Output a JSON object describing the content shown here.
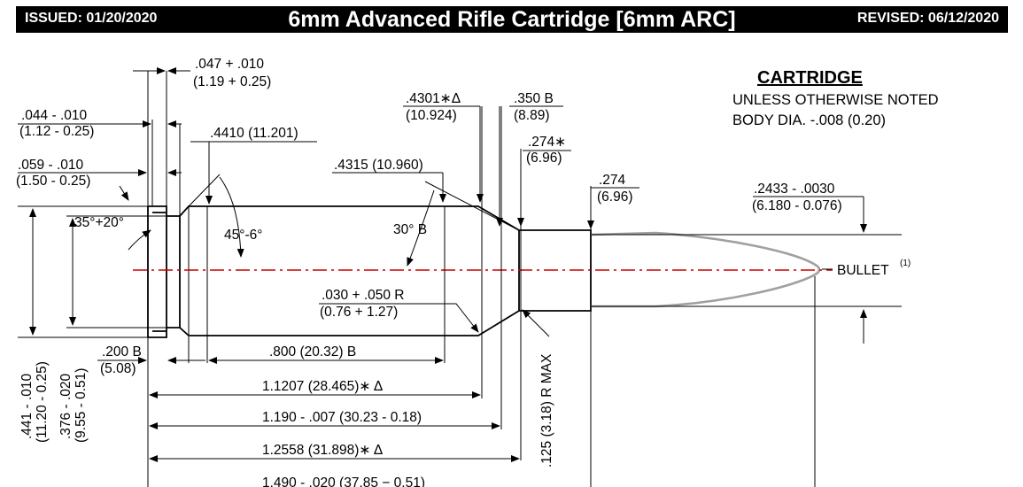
{
  "header": {
    "issued": "ISSUED: 01/20/2020",
    "title": "6mm Advanced Rifle Cartridge [6mm ARC]",
    "revised": "REVISED: 06/12/2020"
  },
  "notes": {
    "section_title": "CARTRIDGE",
    "line1": "UNLESS OTHERWISE NOTED",
    "line2": "BODY DIA. -.008 (0.20)"
  },
  "labels": {
    "rim_thickness": ".047 + .010",
    "rim_thickness_mm": "(1.19 + 0.25)",
    "groove_width": ".044 - .010",
    "groove_width_mm": "(1.12 - 0.25)",
    "bevel": ".059 - .010",
    "bevel_mm": "(1.50 - 0.25)",
    "rim_angle": "35°+20°",
    "base_dia": ".4410 (11.201)",
    "base_angle": "45°-6°",
    "shoulder_dia": ".4315 (10.960)",
    "shoulder_angle": "30° B",
    "shoulder_len": ".4301∗Δ",
    "shoulder_len_mm": "(10.924)",
    "neck_dia_b": ".350 B",
    "neck_dia_b_mm": "(8.89)",
    "neck_dia": ".274∗",
    "neck_dia_mm": "(6.96)",
    "mouth_dia": ".274",
    "mouth_dia_mm": "(6.96)",
    "bullet_dia": ".2433 - .0030",
    "bullet_dia_mm": "(6.180 - 0.076)",
    "bullet": "BULLET",
    "bullet_note": "(1)",
    "radius": ".030 + .050 R",
    "radius_mm": "(0.76 + 1.27)",
    "rim_dia": ".441 - .010",
    "rim_dia_mm": "(11.20 - 0.25)",
    "groove_dia": ".376 - .020",
    "groove_dia_mm": "(9.55 - 0.51)",
    "extractor": ".200 B",
    "extractor_mm": "(5.08)",
    "body_len": ".800   (20.32) B",
    "shoulder_pos": "1.1207 (28.465)∗ Δ",
    "neck_pos": "1.190 - .007 (30.23 - 0.18)",
    "case_len_ref": "1.2558 (31.898)∗ Δ",
    "case_len": "1.490 - .020 (37.85 − 0.51)",
    "neck_radius": ".125 (3.18) R MAX"
  }
}
